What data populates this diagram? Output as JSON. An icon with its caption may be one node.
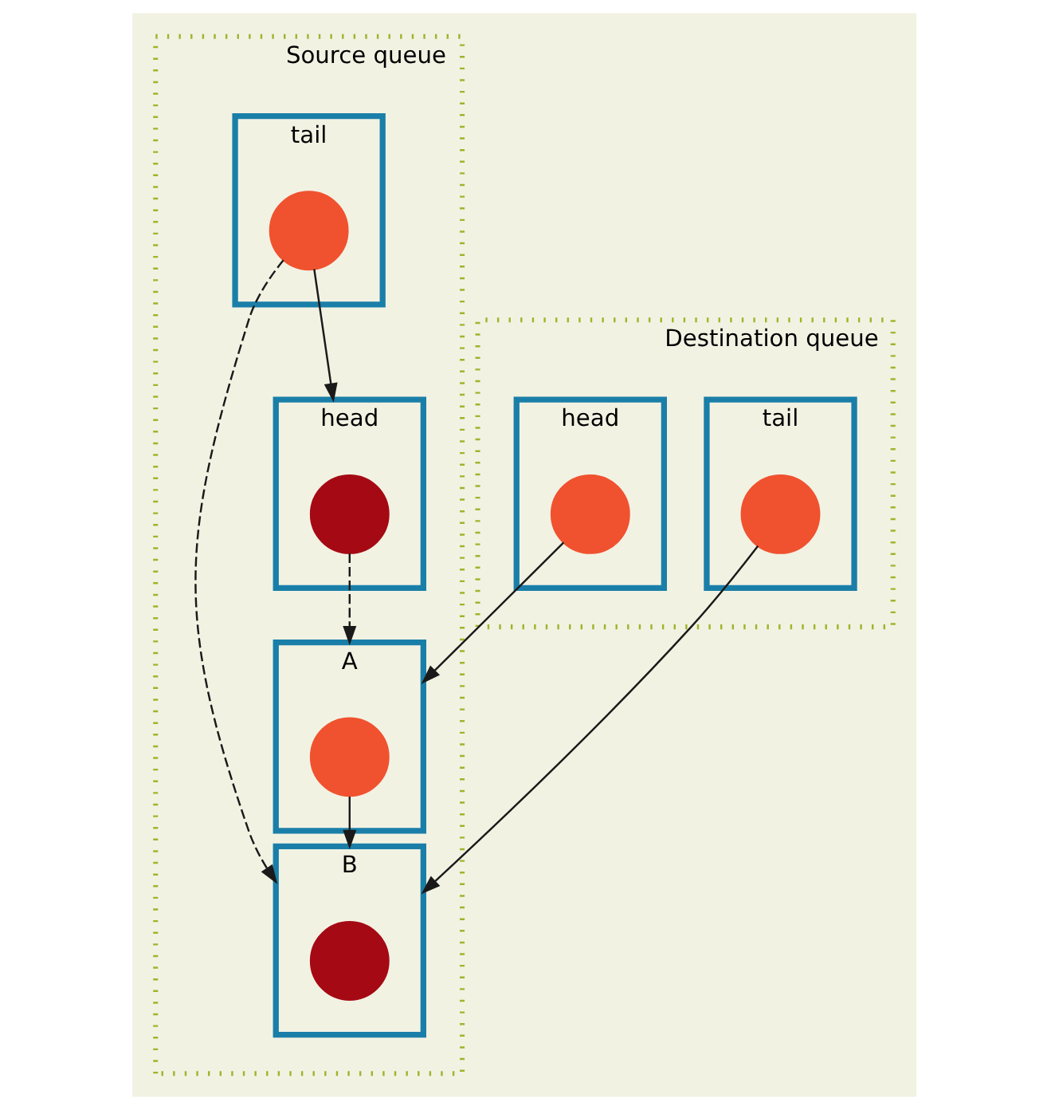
{
  "diagram": {
    "nodes": [
      {
        "text": [
          "Source queue"
        ]
      },
      {
        "text": [
          "tail"
        ],
        "in": 0
      },
      {
        "text": [],
        "shape": "circle",
        "in": 1
      },
      {
        "text": [
          "head"
        ],
        "in": 0
      },
      {
        "text": [],
        "shape": "circle",
        "in": 3
      },
      {
        "text": [
          "A"
        ],
        "in": 0
      },
      {
        "text": [],
        "shape": "circle",
        "in": 5
      },
      {
        "text": [
          "B"
        ],
        "in": 0
      },
      {
        "text": [],
        "shape": "circle",
        "in": 7
      },
      {
        "text": [
          "Destination queue"
        ]
      },
      {
        "text": [
          "head"
        ],
        "in": 9
      },
      {
        "text": [],
        "shape": "circle",
        "in": 10
      },
      {
        "text": [
          "tail"
        ],
        "in": 9
      },
      {
        "text": [],
        "shape": "circle",
        "in": 12
      }
    ],
    "edges": [
      {
        "from": 2,
        "to": 3,
        "arrow": "to"
      },
      {
        "from": 2,
        "to": 7,
        "arrow": "to",
        "style": "dashed"
      },
      {
        "from": 4,
        "to": 5,
        "arrow": "to",
        "style": "dashed"
      },
      {
        "from": 6,
        "to": 7,
        "arrow": "to"
      },
      {
        "from": 11,
        "to": 5,
        "arrow": "to"
      },
      {
        "from": 13,
        "to": 7,
        "arrow": "to"
      }
    ]
  }
}
